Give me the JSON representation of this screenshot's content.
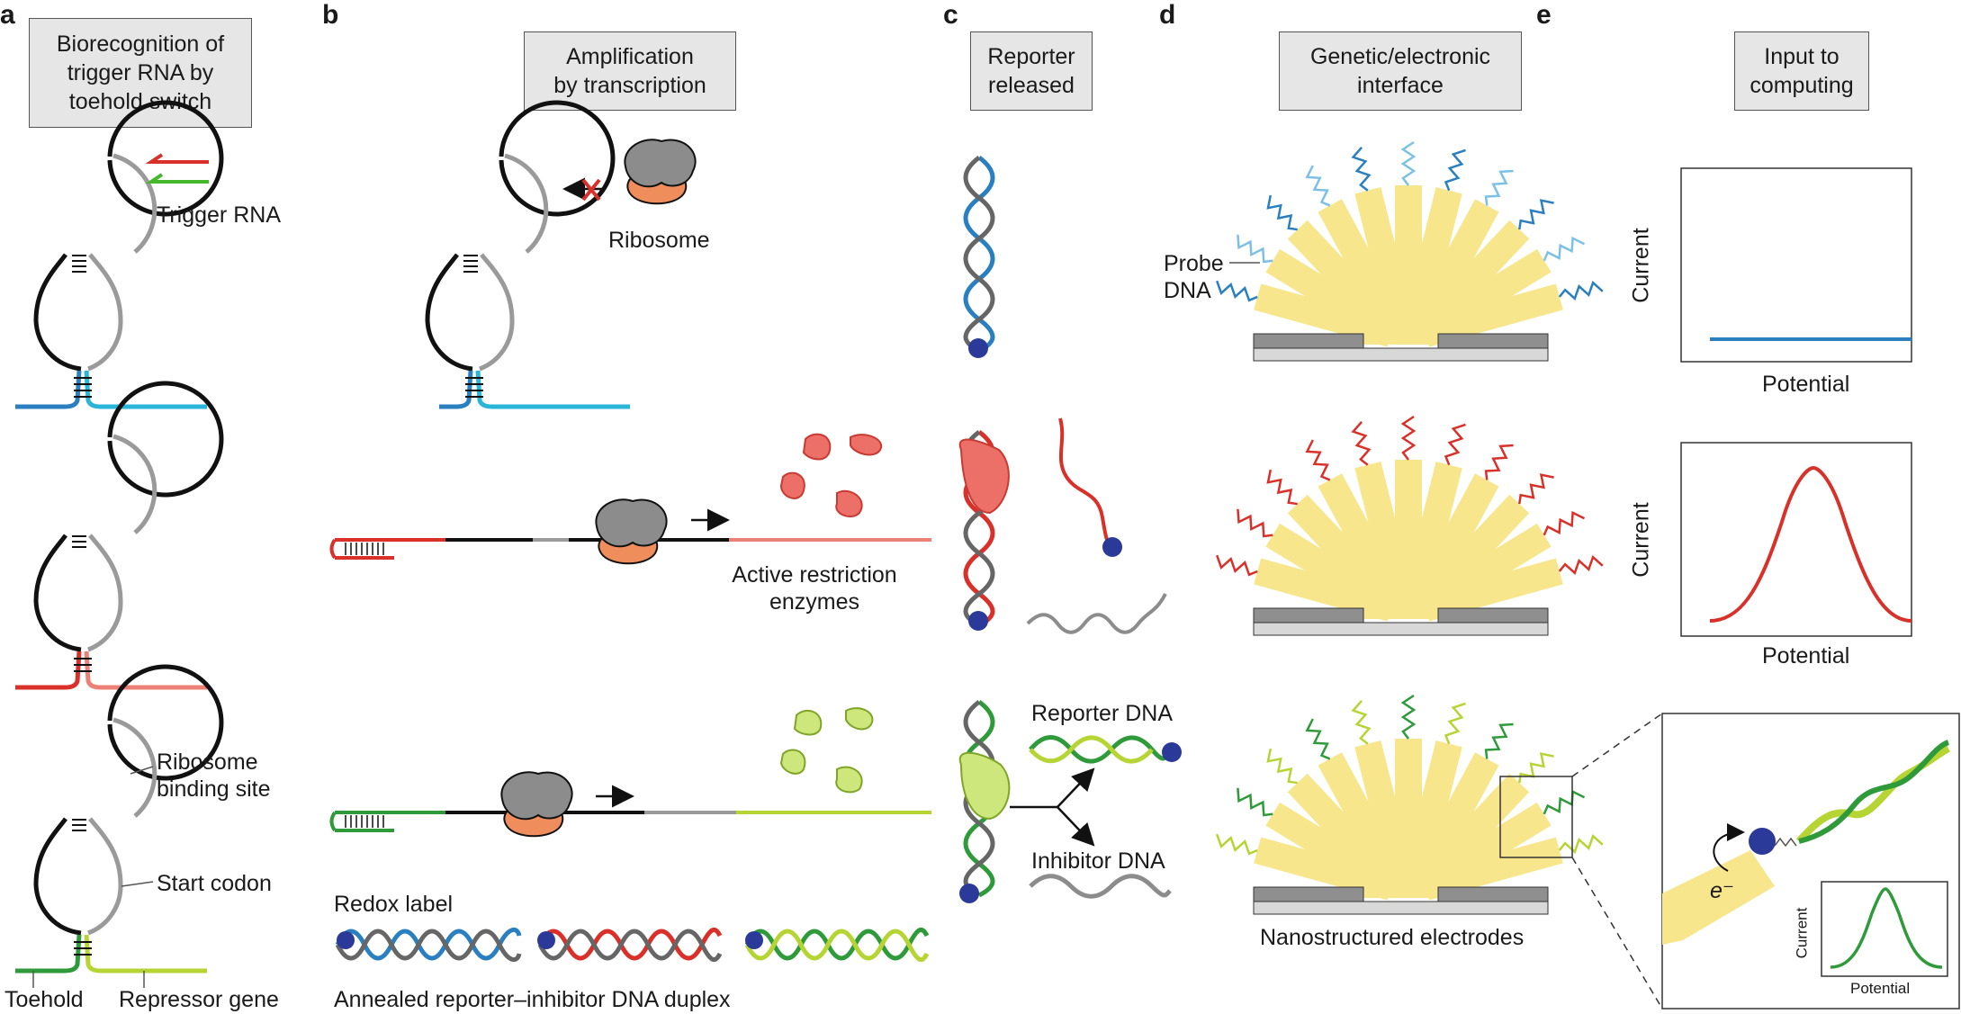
{
  "panels": {
    "a": {
      "letter": "a",
      "header": "Biorecognition of\ntrigger RNA by\ntoehold switch",
      "trigger_label": "Trigger RNA",
      "rbs_label": "Ribosome\nbinding site",
      "start_codon_label": "Start codon",
      "toehold_label": "Toehold",
      "repressor_label": "Repressor gene"
    },
    "b": {
      "letter": "b",
      "header": "Amplification\nby transcription",
      "ribosome_label": "Ribosome",
      "enzymes_label": "Active restriction\nenzymes",
      "redox_label": "Redox label",
      "duplex_label": "Annealed reporter–inhibitor DNA duplex"
    },
    "c": {
      "letter": "c",
      "header": "Reporter\nreleased",
      "reporter_label": "Reporter DNA",
      "inhibitor_label": "Inhibitor DNA"
    },
    "d": {
      "letter": "d",
      "header": "Genetic/electronic\ninterface",
      "probe_label": "Probe\nDNA",
      "electrodes_label": "Nanostructured electrodes"
    },
    "e": {
      "letter": "e",
      "header": "Input to\ncomputing",
      "ylabel": "Current",
      "xlabel": "Potential",
      "electron_label": "e⁻"
    }
  },
  "colors": {
    "blue": "#2a7fc0",
    "light_blue": "#7cc0e6",
    "red": "#d9312a",
    "salmon": "#ec8077",
    "green": "#2e9a3a",
    "lime": "#b6d434",
    "grey": "#9a9a9a",
    "electrode_yellow": "#f7e68c",
    "header_fill": "#e6e6e6",
    "redox_blue": "#2b3a99"
  }
}
